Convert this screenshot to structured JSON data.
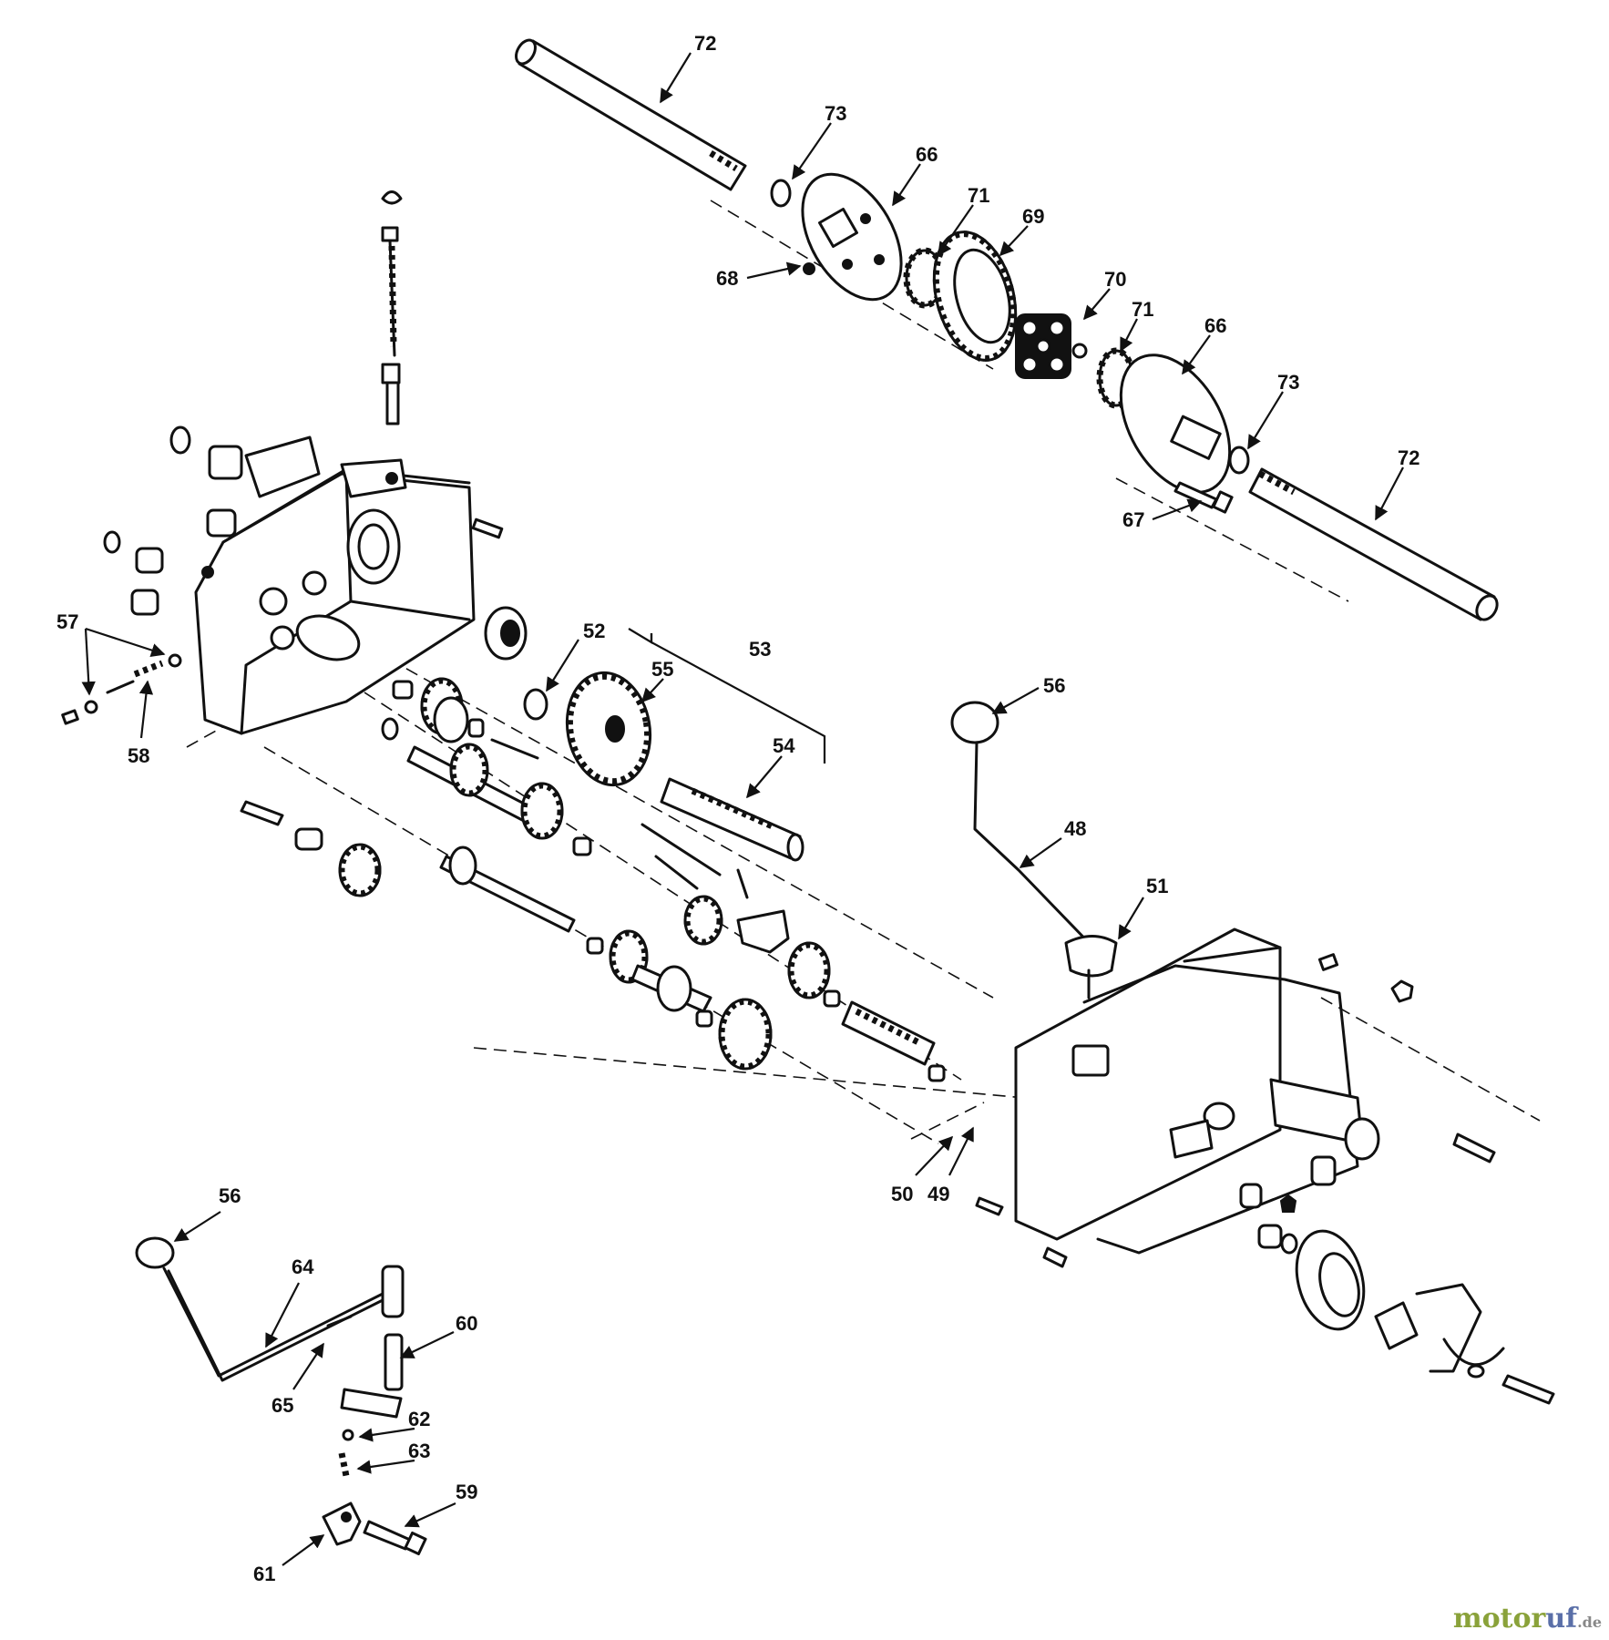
{
  "callouts": {
    "c48": "48",
    "c49": "49",
    "c50": "50",
    "c51": "51",
    "c52": "52",
    "c53": "53",
    "c54": "54",
    "c55": "55",
    "c56a": "56",
    "c56b": "56",
    "c57": "57",
    "c58": "58",
    "c59": "59",
    "c60": "60",
    "c61": "61",
    "c62": "62",
    "c63": "63",
    "c64": "64",
    "c65": "65",
    "c66a": "66",
    "c66b": "66",
    "c67": "67",
    "c68": "68",
    "c69": "69",
    "c70": "70",
    "c71a": "71",
    "c71b": "71",
    "c72a": "72",
    "c72b": "72",
    "c73a": "73",
    "c73b": "73"
  },
  "watermark": {
    "part1": "motor",
    "part2": "uf",
    "part3": ".de"
  },
  "colors": {
    "line": "#111111",
    "background": "#ffffff",
    "watermark_green": "#8aa23a",
    "watermark_blue": "#5a6fa8"
  }
}
